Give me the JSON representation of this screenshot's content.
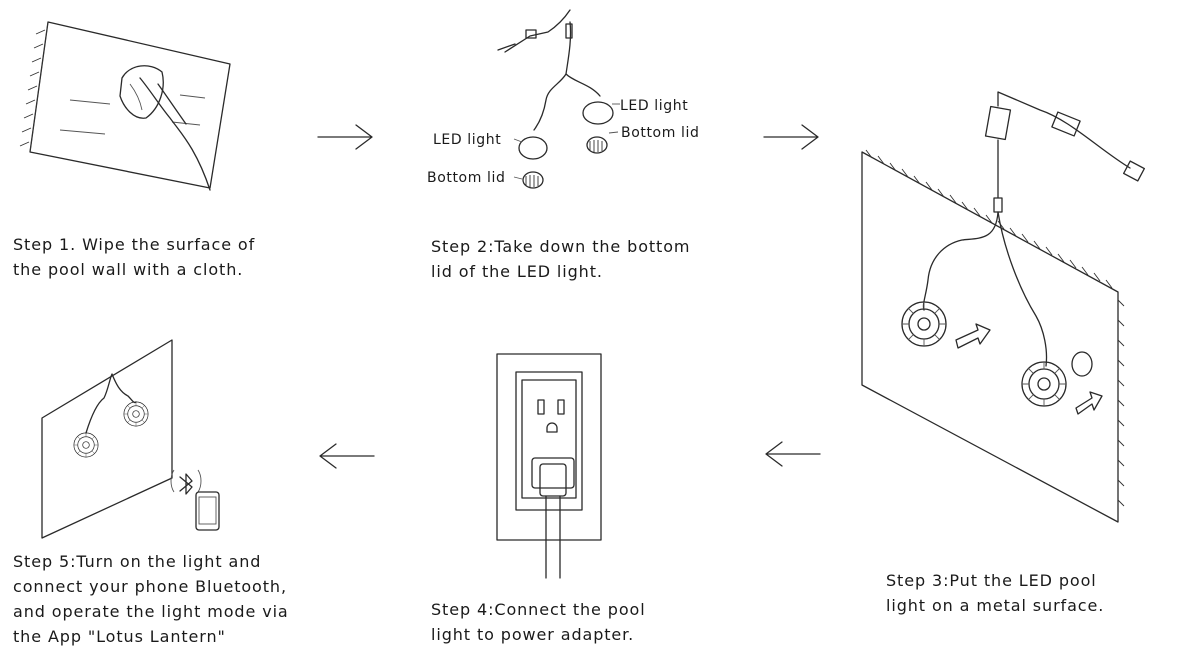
{
  "steps": [
    {
      "lines": [
        "Step 1. Wipe the surface of",
        "the pool wall with a cloth."
      ]
    },
    {
      "lines": [
        "Step 2:Take down the bottom",
        "lid of the LED light."
      ]
    },
    {
      "lines": [
        "Step 3:Put the LED pool",
        "light on a metal surface."
      ]
    },
    {
      "lines": [
        "Step 4:Connect the pool",
        "light to power adapter."
      ]
    },
    {
      "lines": [
        "Step 5:Turn on the light and",
        "connect your phone Bluetooth,",
        "and operate the light mode via",
        "the App \"Lotus Lantern\""
      ]
    }
  ],
  "step2_labels": {
    "led_light_left": "LED light",
    "bottom_lid_left": "Bottom lid",
    "led_light_right": "LED light",
    "bottom_lid_right": "Bottom lid"
  },
  "icons": [
    "cloth-wipe-illustration",
    "arrow-right-icon",
    "led-light-parts-illustration",
    "pool-light-wall-illustration",
    "arrow-left-icon",
    "power-outlet-illustration",
    "bluetooth-icon",
    "phone-icon"
  ]
}
